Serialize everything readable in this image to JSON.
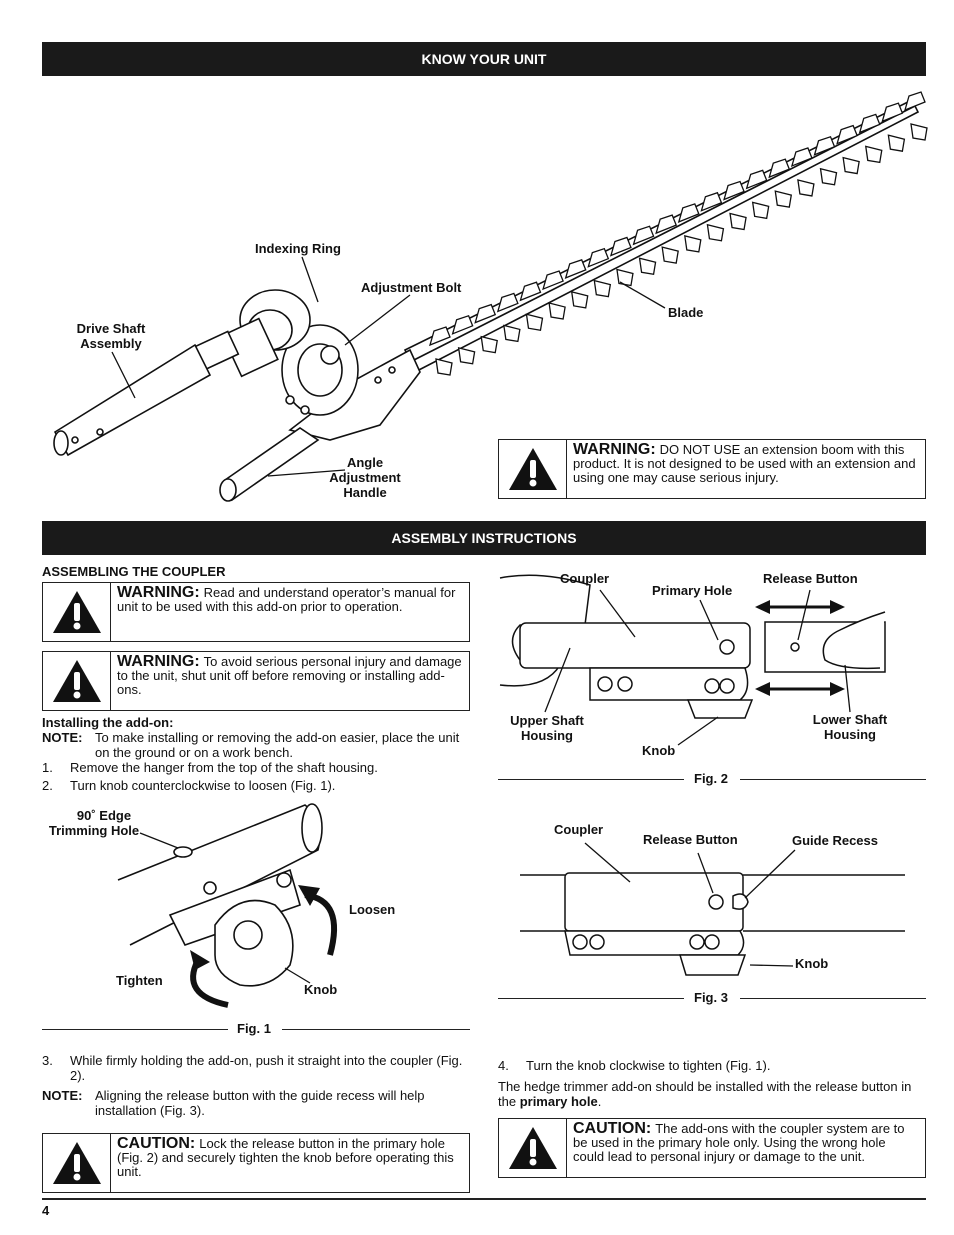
{
  "sections": {
    "know_your_unit": "KNOW YOUR UNIT",
    "assembly_instructions": "ASSEMBLY INSTRUCTIONS"
  },
  "unit_labels": {
    "indexing_ring": "Indexing Ring",
    "adjustment_bolt": "Adjustment Bolt",
    "drive_shaft_1": "Drive Shaft",
    "drive_shaft_2": "Assembly",
    "blade": "Blade",
    "angle_1": "Angle",
    "angle_2": "Adjustment",
    "angle_3": "Handle"
  },
  "warning_top": {
    "heading": "WARNING:",
    "text": "DO NOT USE an extension boom with this product.  It is not designed to be used with an extension and using one may cause serious injury."
  },
  "coupler": {
    "subheading": "ASSEMBLING THE COUPLER",
    "warning1_heading": "WARNING:",
    "warning1_text": "Read and understand operator’s manual for unit to be used with this add-on prior to operation.",
    "warning2_heading": "WARNING:",
    "warning2_text": "To avoid serious personal injury and damage to the unit, shut unit off before removing or installing add-ons.",
    "installing_heading": "Installing the add-on:",
    "note1_label": "NOTE:",
    "note1_text": "To make installing or removing the add-on easier, place the unit on the ground or on a work bench.",
    "step1_num": "1.",
    "step1_text": "Remove the hanger from the top of the shaft housing.",
    "step2_num": "2.",
    "step2_text": "Turn knob counterclockwise to loosen (Fig. 1).",
    "step3_num": "3.",
    "step3_text": "While firmly holding the add-on, push it straight into the coupler (Fig. 2).",
    "note2_label": "NOTE:",
    "note2_text": "Aligning the release button with the guide recess will help installation (Fig. 3).",
    "caution1_heading": "CAUTION:",
    "caution1_text": "Lock the release button in the primary hole (Fig. 2) and securely tighten the knob before operating this unit.",
    "step4_num": "4.",
    "step4_text": "Turn the knob clockwise to tighten (Fig. 1).",
    "install_note_pre": "The hedge trimmer add-on should be installed with the release button in the ",
    "install_note_bold": "primary hole",
    "install_note_post": ".",
    "caution2_heading": "CAUTION:",
    "caution2_text": "The add-ons with the coupler system are to be used in the primary hole only. Using the wrong hole could lead to personal injury or damage to the unit."
  },
  "fig1": {
    "caption": "Fig. 1",
    "edge_1": "90˚ Edge",
    "edge_2": "Trimming Hole",
    "loosen": "Loosen",
    "tighten": "Tighten",
    "knob": "Knob"
  },
  "fig2": {
    "caption": "Fig. 2",
    "coupler": "Coupler",
    "primary_hole": "Primary Hole",
    "release_button": "Release Button",
    "upper_1": "Upper Shaft",
    "upper_2": "Housing",
    "knob": "Knob",
    "lower_1": "Lower Shaft",
    "lower_2": "Housing"
  },
  "fig3": {
    "caption": "Fig. 3",
    "coupler": "Coupler",
    "release_button": "Release Button",
    "guide_recess": "Guide Recess",
    "knob": "Knob"
  },
  "page_number": "4"
}
